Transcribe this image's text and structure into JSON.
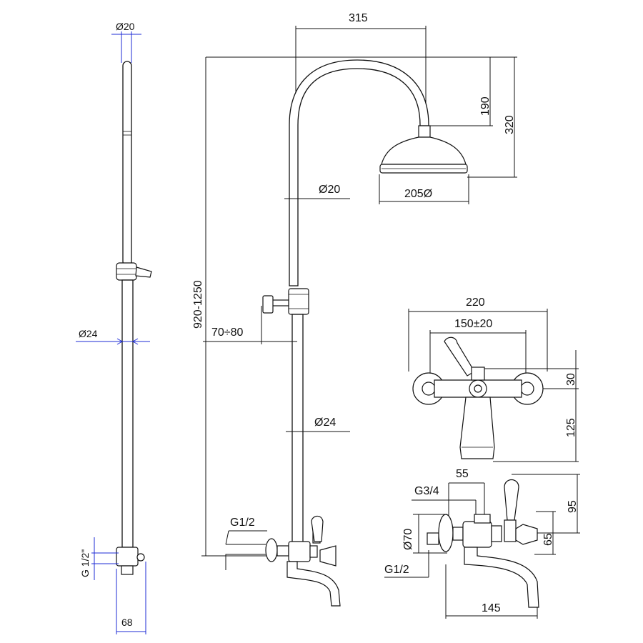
{
  "left_view": {
    "top_dia": "Ø20",
    "mid_dia": "Ø24",
    "thread": "G 1/2\"",
    "width": "68"
  },
  "main_view": {
    "arm_reach": "315",
    "arm_drop_1": "190",
    "arm_drop_2": "320",
    "head_dia": "205Ø",
    "upper_pipe": "Ø20",
    "height_range": "920-1250",
    "wall_offset": "70÷80",
    "lower_pipe": "Ø24",
    "inlet_thread": "G1/2"
  },
  "front_mixer": {
    "overall_width": "220",
    "centers": "150±20",
    "top_height": "30",
    "spout_height": "125"
  },
  "side_mixer": {
    "outlet_offset": "55",
    "outlet_thread": "G3/4",
    "flange_dia": "Ø70",
    "inlet_thread": "G1/2",
    "spout_reach": "145",
    "handle_height": "95",
    "valve_height": "65"
  }
}
